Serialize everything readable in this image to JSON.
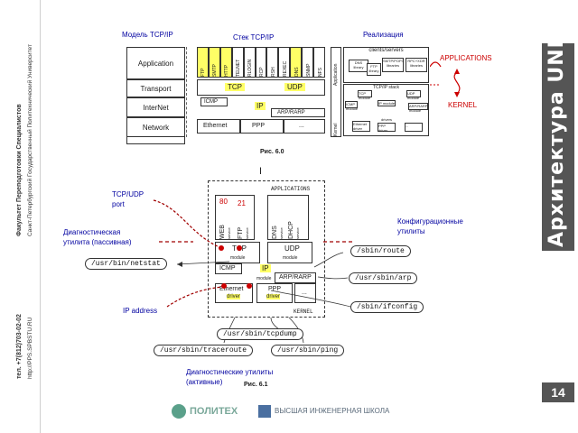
{
  "side_left": {
    "line1": "Факультет Переподготовки Специалистов",
    "line2": "Санкт-Петербургский Государственный Политехнический Университет",
    "phone": "тел. +7(812)703-02-02",
    "url": "http://PPS.SPBSTU.RU"
  },
  "side_right": {
    "title": "Архитектура UNIX",
    "page": "14"
  },
  "top": {
    "model_title": "Модель TCP/IP",
    "stack_title": "Стек TCP/IP",
    "impl_title": "Реализация",
    "layers": [
      "Application",
      "Transport",
      "InterNet",
      "Network"
    ],
    "app_protocols": [
      "FTP",
      "SMTP",
      "HTTP",
      "TELNET",
      "RLOGIN",
      "RCP",
      "RSH",
      "REXEC",
      "DNS",
      "SNMP",
      "NFS"
    ],
    "tcp": "TCP",
    "udp": "UDP",
    "icmp": "ICMP",
    "ip": "IP",
    "arp": "ARP/RARP",
    "ethernet": "Ethernet",
    "ppp": "PPP",
    "dots": "...",
    "impl_clients": "clients/servers",
    "impl_items": [
      "DNS library",
      "FTP library",
      "SMTP/POP3 libraries",
      "RPC+XDR libraries"
    ],
    "impl_stack": "TCP/IP stack",
    "impl_tcp": "TCP module",
    "impl_udp": "UDP module",
    "impl_icmp": "ICMP module",
    "impl_ip": "IP module",
    "impl_arp": "ARP/RARP module",
    "impl_eth": "Ethernet driver",
    "impl_ppp": "PPP driver",
    "impl_drivers": "drivers",
    "impl_side_app": "Application",
    "impl_side_kernel": "Kernel",
    "applications": "APPLICATIONS",
    "kernel": "KERNEL",
    "fig": "Рис. 6.0"
  },
  "bottom": {
    "applications": "APPLICATIONS",
    "kernel": "KERNEL",
    "port80": "80",
    "port21": "21",
    "web": "WEB",
    "ftp": "FTP",
    "dns": "DNS",
    "dhcp": "DHCP",
    "service": "service",
    "tcp": "TCP",
    "udp": "UDP",
    "module": "module",
    "icmp": "ICMP",
    "ip": "IP",
    "arp": "ARP/RARP",
    "ethernet": "Ethernet",
    "ppp": "PPP",
    "driver": "driver",
    "dots": "...",
    "fig": "Рис. 6.1"
  },
  "labels": {
    "tcpudp_port": "TCP/UDP\nport",
    "diag_passive": "Диагностическая\nутилита (пассивная)",
    "ip_address": "IP address",
    "config_utils": "Конфигурационные\nутилиты",
    "diag_active": "Диагностические утилиты\n(активные)"
  },
  "tools": {
    "netstat": "/usr/bin/netstat",
    "route": "/sbin/route",
    "arp": "/usr/sbin/arp",
    "ifconfig": "/sbin/ifconfig",
    "tcpdump": "/usr/sbin/tcpdump",
    "traceroute": "/usr/sbin/traceroute",
    "ping": "/usr/sbin/ping"
  },
  "footer": {
    "logo1": "ПОЛИТЕХ",
    "logo2": "ВЫСШАЯ ИНЖЕНЕРНАЯ ШКОЛА"
  }
}
